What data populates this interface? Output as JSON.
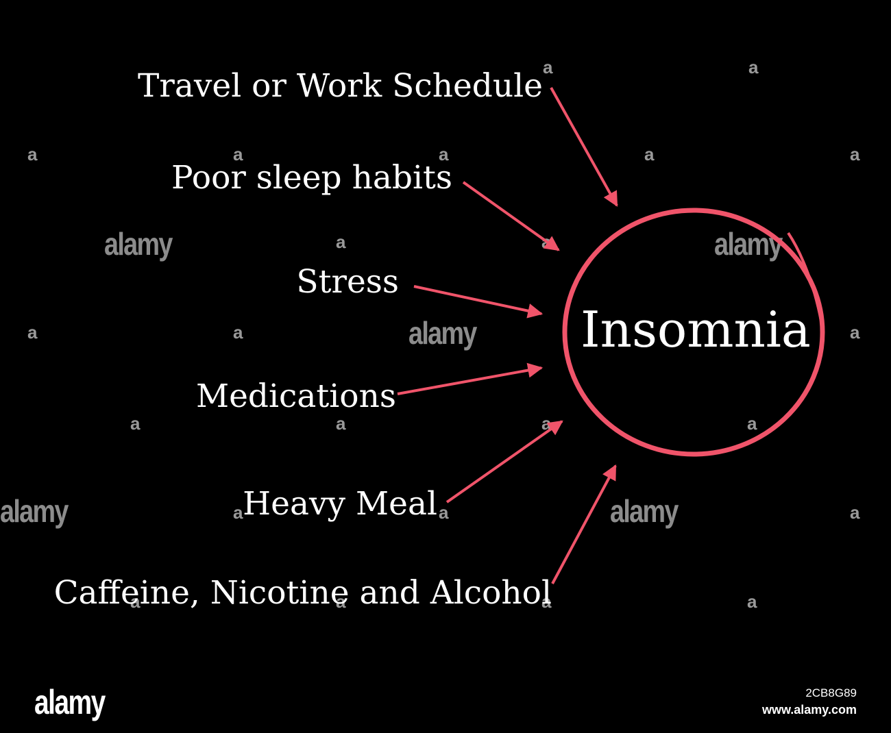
{
  "center": {
    "label": "Insomnia"
  },
  "causes": [
    "Travel or Work Schedule",
    "Poor sleep habits",
    "Stress",
    "Medications",
    "Heavy Meal",
    "Caffeine, Nicotine and Alcohol"
  ],
  "colors": {
    "background": "#000000",
    "accent": "#f0546a",
    "text": "#ffffff"
  },
  "watermark": {
    "logo": "alamy",
    "mark": "a",
    "image_id": "2CB8G89",
    "url": "www.alamy.com"
  }
}
